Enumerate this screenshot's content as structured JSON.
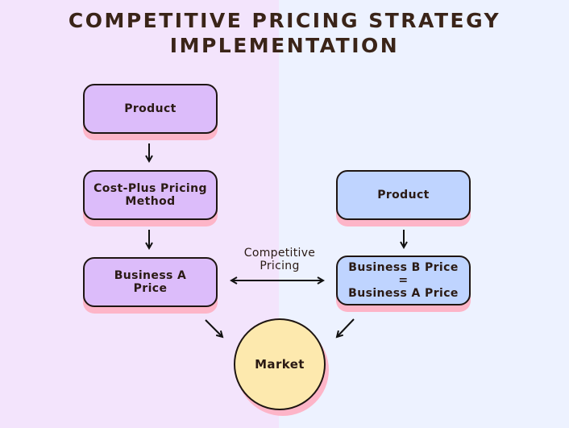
{
  "title": {
    "line1": "COMPETITIVE PRICING STRATEGY",
    "line2": "IMPLEMENTATION"
  },
  "nodes": {
    "product_a": "Product",
    "cost_plus": "Cost-Plus Pricing\nMethod",
    "business_a_price": "Business A\nPrice",
    "product_b": "Product",
    "business_b_price": "Business B Price\n=\nBusiness A Price",
    "market": "Market"
  },
  "edges": {
    "competitive_pricing_label": "Competitive\nPricing"
  },
  "colors": {
    "left_background": "#f3e4fc",
    "right_background": "#edf2ff",
    "purple_node": "#dcbcfa",
    "blue_node": "#bfd4ff",
    "market_node": "#fde9ae",
    "shadow": "#fdb5c8",
    "outline": "#1e1512"
  }
}
